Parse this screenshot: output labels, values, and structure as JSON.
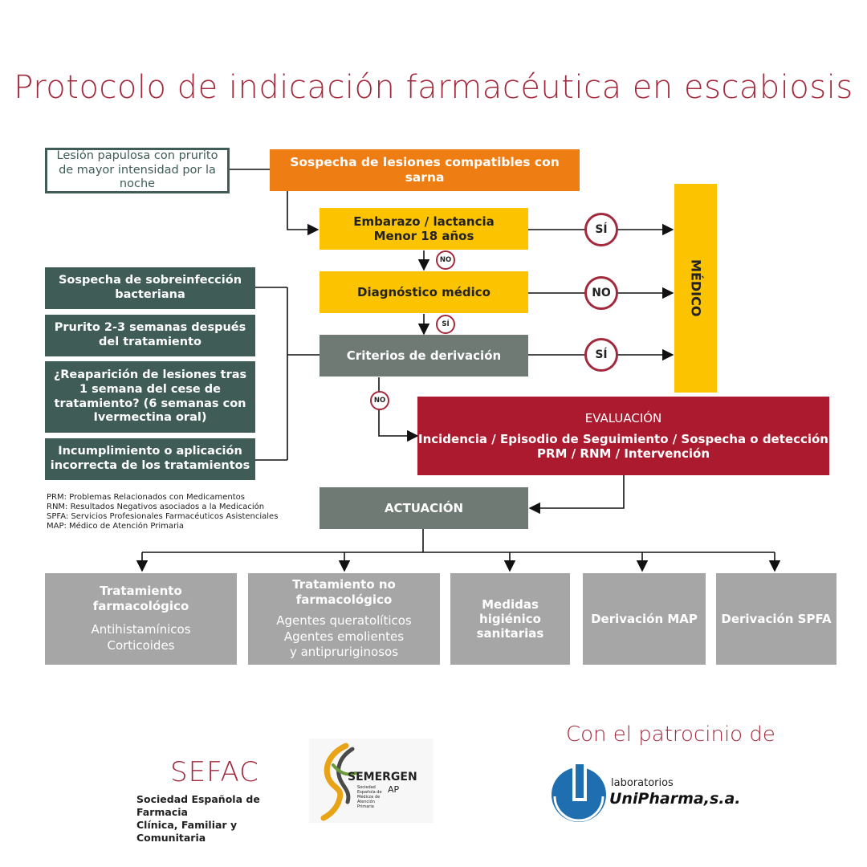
{
  "title": "Protocolo de indicación farmacéutica en escabiosis",
  "boxes": {
    "lesion": "Lesión papulosa con prurito de mayor intensidad por la noche",
    "sospecha": "Sospecha de lesiones compatibles con sarna",
    "embarazo_l1": "Embarazo / lactancia",
    "embarazo_l2": "Menor 18 años",
    "diagnostico": "Diagnóstico médico",
    "criterios": "Criterios de derivación",
    "medico": "MÉDICO",
    "evaluacion_title": "EVALUACIÓN",
    "evaluacion_l1": "Incidencia / Episodio de Seguimiento / Sospecha o detección",
    "evaluacion_l2": "PRM / RNM / Intervención",
    "actuacion": "ACTUACIÓN"
  },
  "criteria": [
    "Sospecha de sobreinfección bacteriana",
    "Prurito 2-3 semanas después del tratamiento",
    "¿Reaparición de lesiones tras 1 semana del cese de tratamiento? (6 semanas con Ivermectina oral)",
    "Incumplimiento o aplicación incorrecta de los tratamientos"
  ],
  "decisions": {
    "embarazo_si": "SÍ",
    "diagnostico_no": "NO",
    "criterios_si": "SÍ",
    "embarazo_no": "NO",
    "diagnostico_si": "SÍ",
    "criterios_no": "NO"
  },
  "abbreviations": [
    "PRM: Problemas Relacionados con Medicamentos",
    "RNM: Resultados Negativos asociados a la Medicación",
    "SPFA: Servicios Profesionales Farmacéuticos Asistenciales",
    "MAP: Médico de Atención Primaria"
  ],
  "actions": {
    "a1_title": "Tratamiento farmacológico",
    "a1_sub1": "Antihistamínicos",
    "a1_sub2": "Corticoides",
    "a2_title": "Tratamiento no farmacológico",
    "a2_sub1": "Agentes queratolíticos",
    "a2_sub2": "Agentes emolientes",
    "a2_sub3": "y antipruriginosos",
    "a3_title": "Medidas higiénico sanitarias",
    "a4_title": "Derivación MAP",
    "a5_title": "Derivación SPFA"
  },
  "footer": {
    "sefac_logo_text": "SEFAC",
    "sefac_name_l1": "Sociedad Española de Farmacia",
    "sefac_name_l2": "Clínica, Familiar y Comunitaria",
    "semergen_logo_text": "SEMERGEN",
    "semergen_ap": "AP",
    "semergen_sub": "Sociedad Española de Médicos de Atención Primaria",
    "sponsor_label": "Con el patrocinio de",
    "unipharma_top": "laboratorios",
    "unipharma_name": "UniPharma,s.a."
  },
  "colors": {
    "title": "#a32a3c",
    "orange": "#ee7d14",
    "yellow": "#fcc300",
    "slate": "#6f7a75",
    "dark_green": "#3f5c57",
    "red": "#ab1a2e",
    "grey": "#a6a6a6",
    "unipharma_blue": "#1f6fb0"
  }
}
